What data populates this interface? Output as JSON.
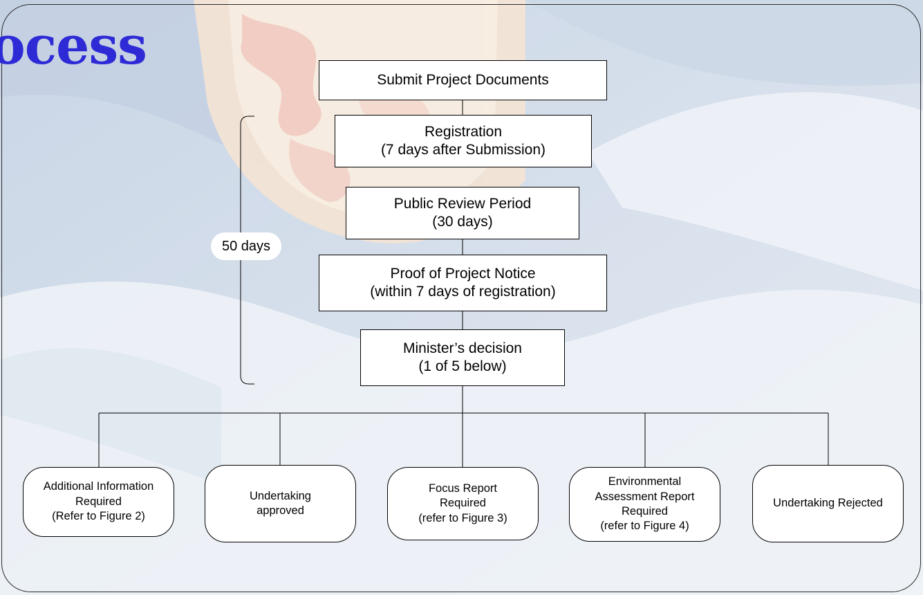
{
  "title": "ocess",
  "duration_label": "50 days",
  "steps": [
    {
      "lines": [
        "Submit Project Documents"
      ]
    },
    {
      "lines": [
        "Registration",
        "(7 days after Submission)"
      ]
    },
    {
      "lines": [
        "Public Review Period",
        "(30 days)"
      ]
    },
    {
      "lines": [
        "Proof of Project Notice",
        "(within 7 days of registration)"
      ]
    },
    {
      "lines": [
        "Minister’s decision",
        "(1 of 5 below)"
      ]
    }
  ],
  "outcomes": [
    {
      "lines": [
        "Additional Information",
        "Required",
        "(Refer to Figure 2)"
      ]
    },
    {
      "lines": [
        "Undertaking",
        "approved"
      ]
    },
    {
      "lines": [
        "Focus Report",
        "Required",
        "(refer to Figure 3)"
      ]
    },
    {
      "lines": [
        "Environmental",
        "Assessment Report",
        "Required",
        "(refer to Figure 4)"
      ]
    },
    {
      "lines": [
        "Undertaking Rejected"
      ]
    }
  ]
}
